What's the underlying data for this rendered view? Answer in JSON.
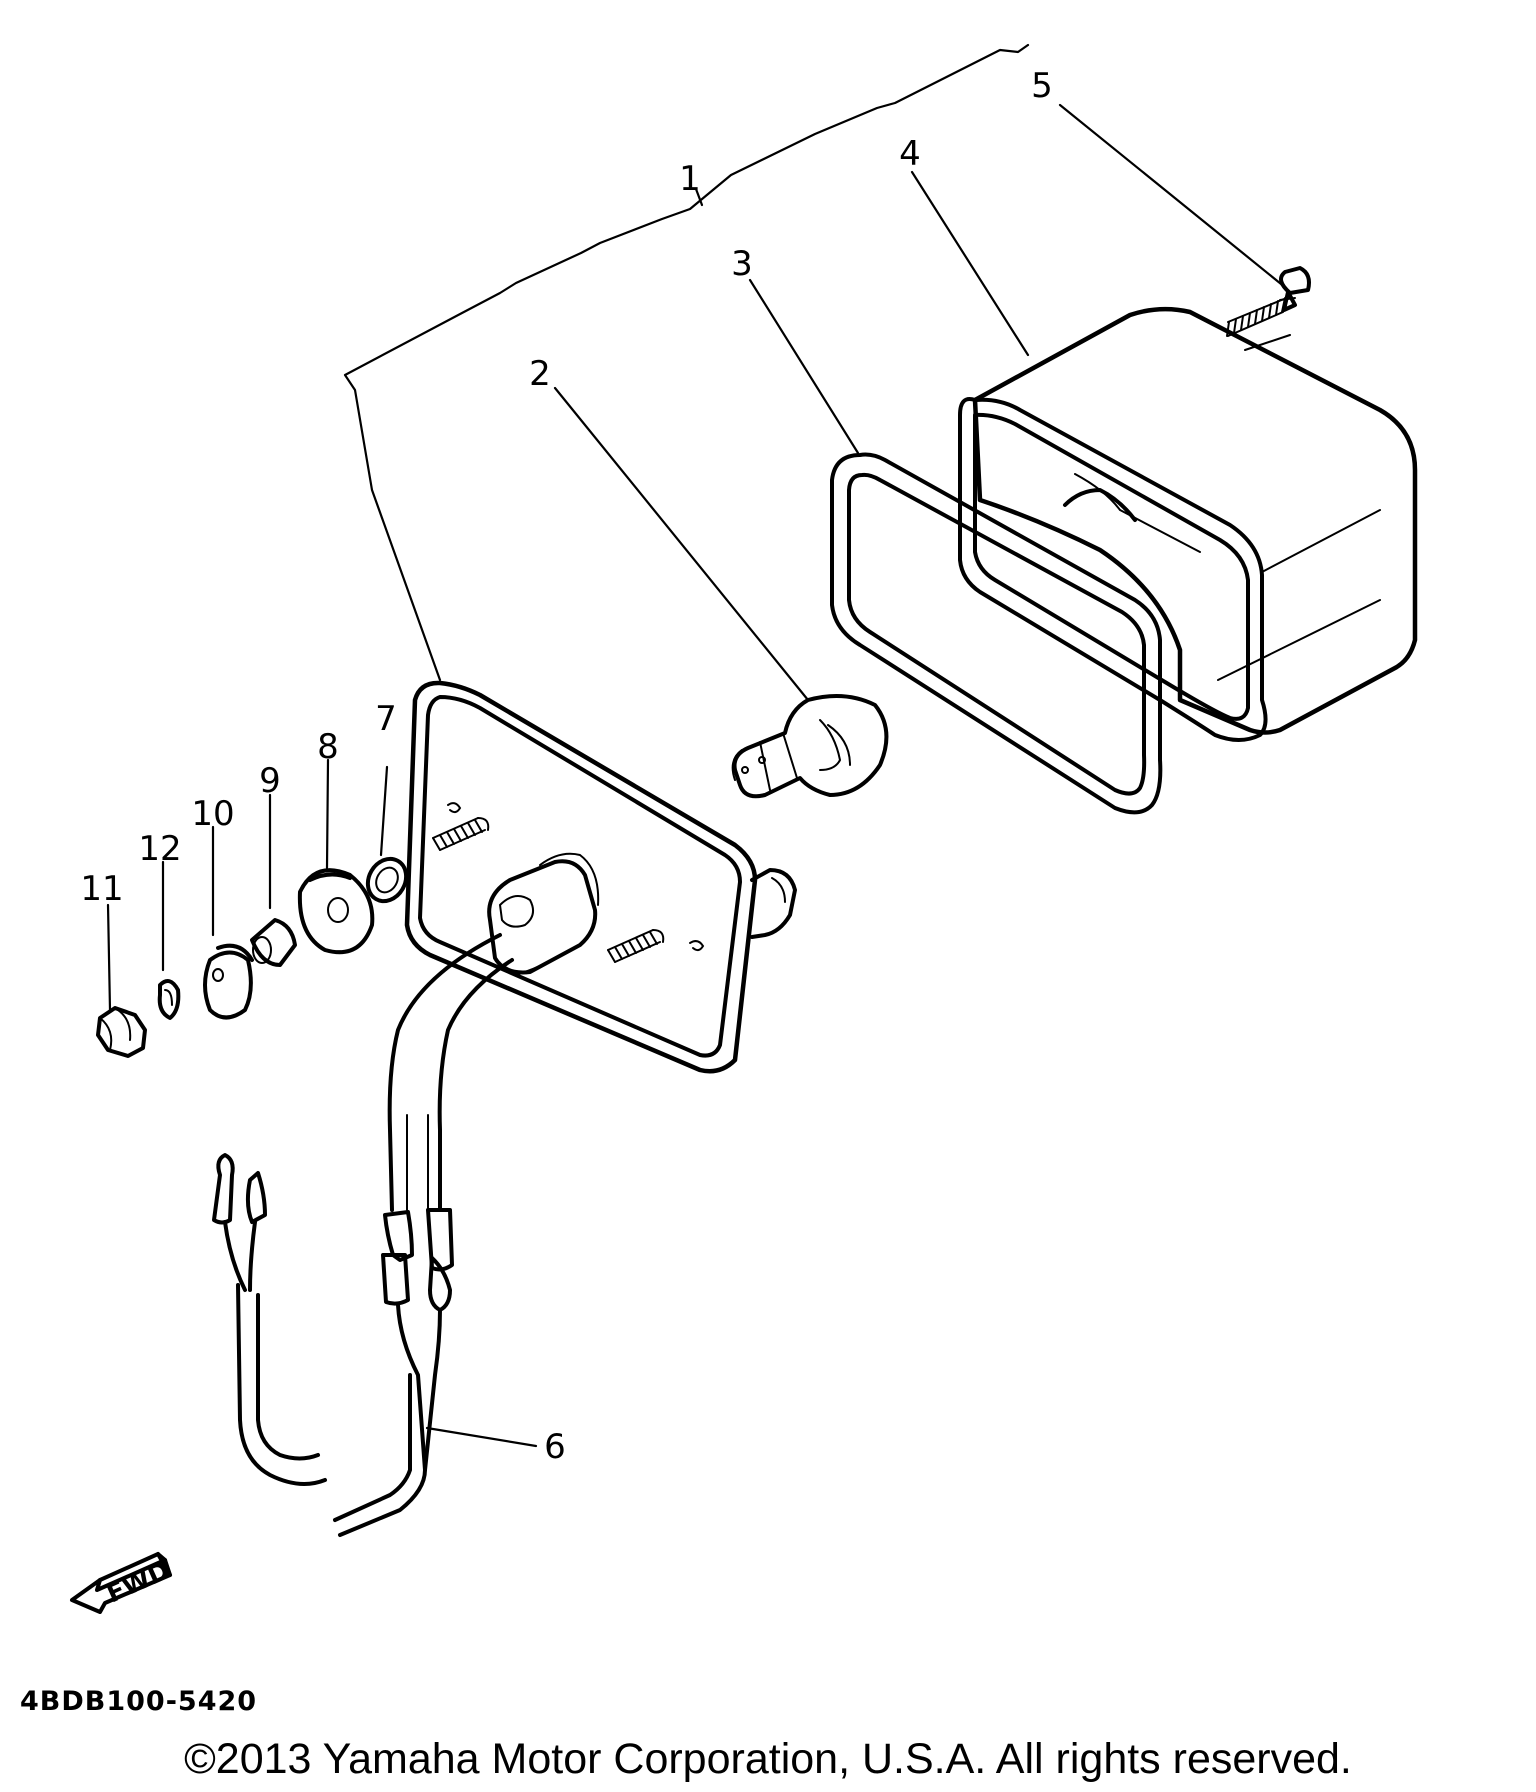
{
  "callouts": [
    {
      "id": "1",
      "text": "1"
    },
    {
      "id": "2",
      "text": "2"
    },
    {
      "id": "3",
      "text": "3"
    },
    {
      "id": "4",
      "text": "4"
    },
    {
      "id": "5",
      "text": "5"
    },
    {
      "id": "6",
      "text": "6"
    },
    {
      "id": "7",
      "text": "7"
    },
    {
      "id": "8",
      "text": "8"
    },
    {
      "id": "9",
      "text": "9"
    },
    {
      "id": "10",
      "text": "10"
    },
    {
      "id": "11",
      "text": "11"
    },
    {
      "id": "12",
      "text": "12"
    }
  ],
  "fwd_label": "FWD",
  "diagram_code": "4BDB100-5420",
  "copyright": "©2013 Yamaha Motor Corporation, U.S.A. All rights reserved."
}
